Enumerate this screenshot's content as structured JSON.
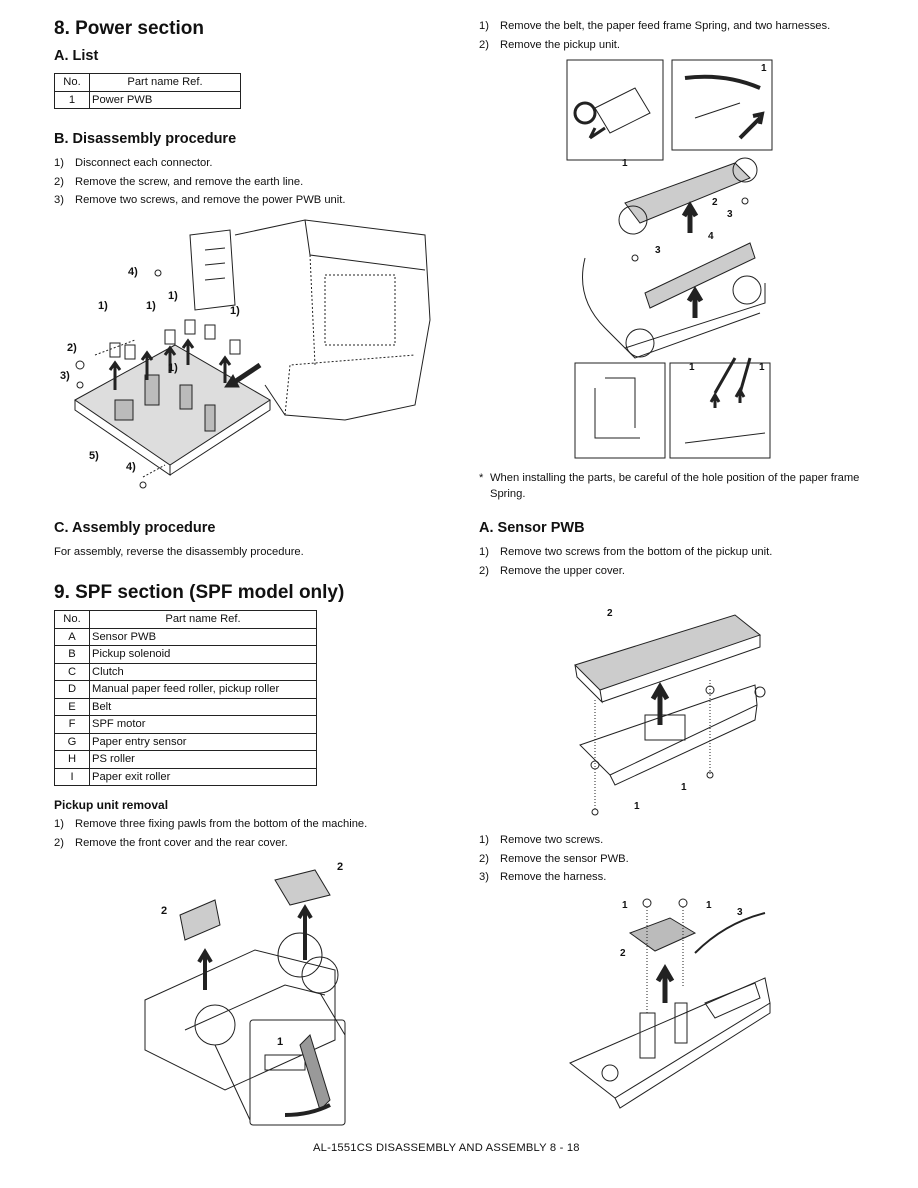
{
  "left": {
    "s8": {
      "title": "8. Power section",
      "list_heading": "A. List",
      "table": {
        "headers": [
          "No.",
          "Part name Ref."
        ],
        "rows": [
          [
            "1",
            "Power PWB"
          ]
        ]
      },
      "disassembly_heading": "B. Disassembly procedure",
      "disassembly_steps": [
        {
          "n": "1)",
          "t": "Disconnect each connector."
        },
        {
          "n": "2)",
          "t": "Remove the screw, and remove the earth line."
        },
        {
          "n": "3)",
          "t": "Remove two screws, and remove the power PWB unit."
        }
      ],
      "figure_labels": [
        "4)",
        "1)",
        "1)",
        "1)",
        "1)",
        "2)",
        "3)",
        "1)",
        "5)",
        "4)"
      ],
      "assembly_heading": "C. Assembly procedure",
      "assembly_text": "For assembly, reverse the disassembly procedure."
    },
    "s9": {
      "title": "9. SPF section (SPF model only)",
      "table": {
        "headers": [
          "No.",
          "Part name Ref."
        ],
        "rows": [
          [
            "A",
            "Sensor PWB"
          ],
          [
            "B",
            "Pickup solenoid"
          ],
          [
            "C",
            "Clutch"
          ],
          [
            "D",
            "Manual paper feed roller, pickup roller"
          ],
          [
            "E",
            "Belt"
          ],
          [
            "F",
            "SPF motor"
          ],
          [
            "G",
            "Paper entry sensor"
          ],
          [
            "H",
            "PS roller"
          ],
          [
            "I",
            "Paper exit roller"
          ]
        ]
      },
      "pickup_heading": "Pickup unit removal",
      "pickup_steps": [
        {
          "n": "1)",
          "t": "Remove three fixing pawls from the bottom of the machine."
        },
        {
          "n": "2)",
          "t": "Remove the front cover and the rear cover."
        }
      ],
      "figure_labels": [
        "2",
        "2",
        "1"
      ]
    }
  },
  "right": {
    "top_steps": [
      {
        "n": "1)",
        "t": "Remove the belt, the paper feed frame Spring, and two harnesses."
      },
      {
        "n": "2)",
        "t": "Remove the pickup unit."
      }
    ],
    "fig1_labels": [
      "1",
      "1",
      "2",
      "3",
      "3",
      "4",
      "1",
      "1"
    ],
    "note_bullet": "*",
    "note": "When installing the parts, be careful of the hole position of the paper frame Spring.",
    "sensor_heading": "A. Sensor PWB",
    "sensor_steps": [
      {
        "n": "1)",
        "t": "Remove two screws from the bottom of the pickup unit."
      },
      {
        "n": "2)",
        "t": "Remove the upper cover."
      }
    ],
    "fig2_labels": [
      "2",
      "1",
      "1"
    ],
    "sensor_steps2": [
      {
        "n": "1)",
        "t": "Remove two screws."
      },
      {
        "n": "2)",
        "t": "Remove the sensor PWB."
      },
      {
        "n": "3)",
        "t": "Remove the harness."
      }
    ],
    "fig3_labels": [
      "1",
      "1",
      "3",
      "2"
    ]
  },
  "footer": "AL-1551CS DISASSEMBLY AND ASSEMBLY 8 - 18"
}
